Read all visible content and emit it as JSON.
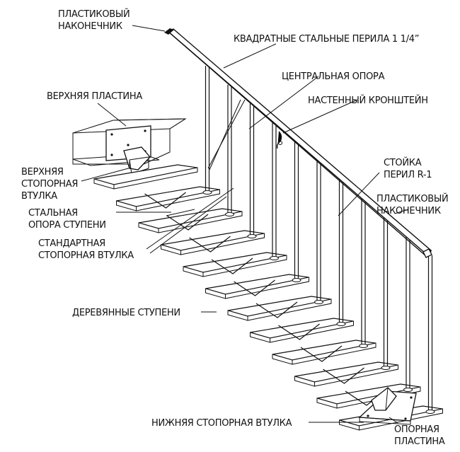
{
  "labels": {
    "plastic_cap_top": [
      "ПЛАСТИКОВЫЙ",
      "НАКОНЕЧНИК"
    ],
    "square_rail": "КВАДРАТНЫЕ СТАЛЬНЫЕ ПЕРИЛА 1 1/4”",
    "top_plate": "ВЕРХНЯЯ ПЛАСТИНА",
    "central_support": "ЦЕНТРАЛЬНАЯ ОПОРА",
    "wall_bracket": "НАСТЕННЫЙ КРОНШТЕЙН",
    "top_lock_sleeve": [
      "ВЕРХНЯЯ",
      "СТОПОРНАЯ",
      "ВТУЛКА"
    ],
    "baluster": [
      "СТОЙКА",
      "ПЕРИЛ R-1"
    ],
    "steel_step_support": [
      "СТАЛЬНАЯ",
      "ОПОРА СТУПЕНИ"
    ],
    "plastic_cap_bottom": [
      "ПЛАСТИКОВЫЙ",
      "НАКОНЕЧНИК"
    ],
    "standard_lock_sleeve": [
      "СТАНДАРТНАЯ",
      "СТОПОРНАЯ ВТУЛКА"
    ],
    "wooden_steps": "ДЕРЕВЯННЫЕ СТУПЕНИ",
    "bottom_lock_sleeve": "НИЖНЯЯ СТОПОРНАЯ ВТУЛКА",
    "base_plate": [
      "ОПОРНАЯ",
      "ПЛАСТИНА"
    ]
  },
  "colors": {
    "line": "#111111",
    "background": "#ffffff",
    "tread_fill": "#ffffff"
  }
}
